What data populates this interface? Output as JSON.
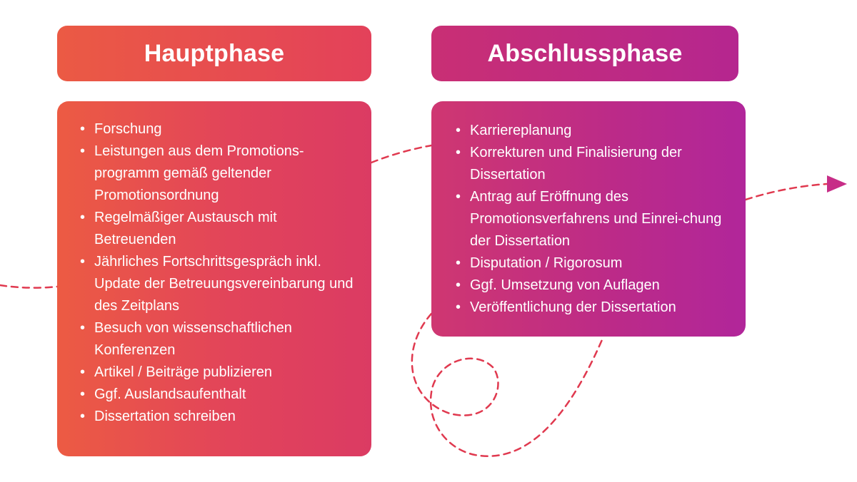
{
  "colors": {
    "hauptphase_start": "#eb5a44",
    "hauptphase_end": "#db3b63",
    "abschlussphase_start": "#cf3771",
    "abschlussphase_end": "#b1269a",
    "path_dash": "#e0394f",
    "arrow_head": "#c72d87",
    "text": "#ffffff"
  },
  "bullet_char": "•",
  "phases": [
    {
      "title": "Hauptphase",
      "items": [
        "Forschung",
        "Leistungen aus dem Promotions-programm gemäß geltender Promotionsordnung",
        "Regelmäßiger Austausch mit Betreuenden",
        "Jährliches Fortschrittsgespräch inkl. Update der Betreuungsvereinbarung und des Zeitplans",
        "Besuch von wissenschaftlichen Konferenzen",
        "Artikel / Beiträge publizieren",
        "Ggf. Auslandsaufenthalt",
        "Dissertation schreiben"
      ]
    },
    {
      "title": "Abschlussphase",
      "items": [
        "Karriereplanung",
        "Korrekturen und Finalisierung der Dissertation",
        "Antrag auf Eröffnung des Promotionsverfahrens und Einrei-chung der Dissertation",
        "Disputation / Rigorosum",
        "Ggf. Umsetzung von Auflagen",
        "Veröffentlichung der Dissertation"
      ]
    }
  ]
}
